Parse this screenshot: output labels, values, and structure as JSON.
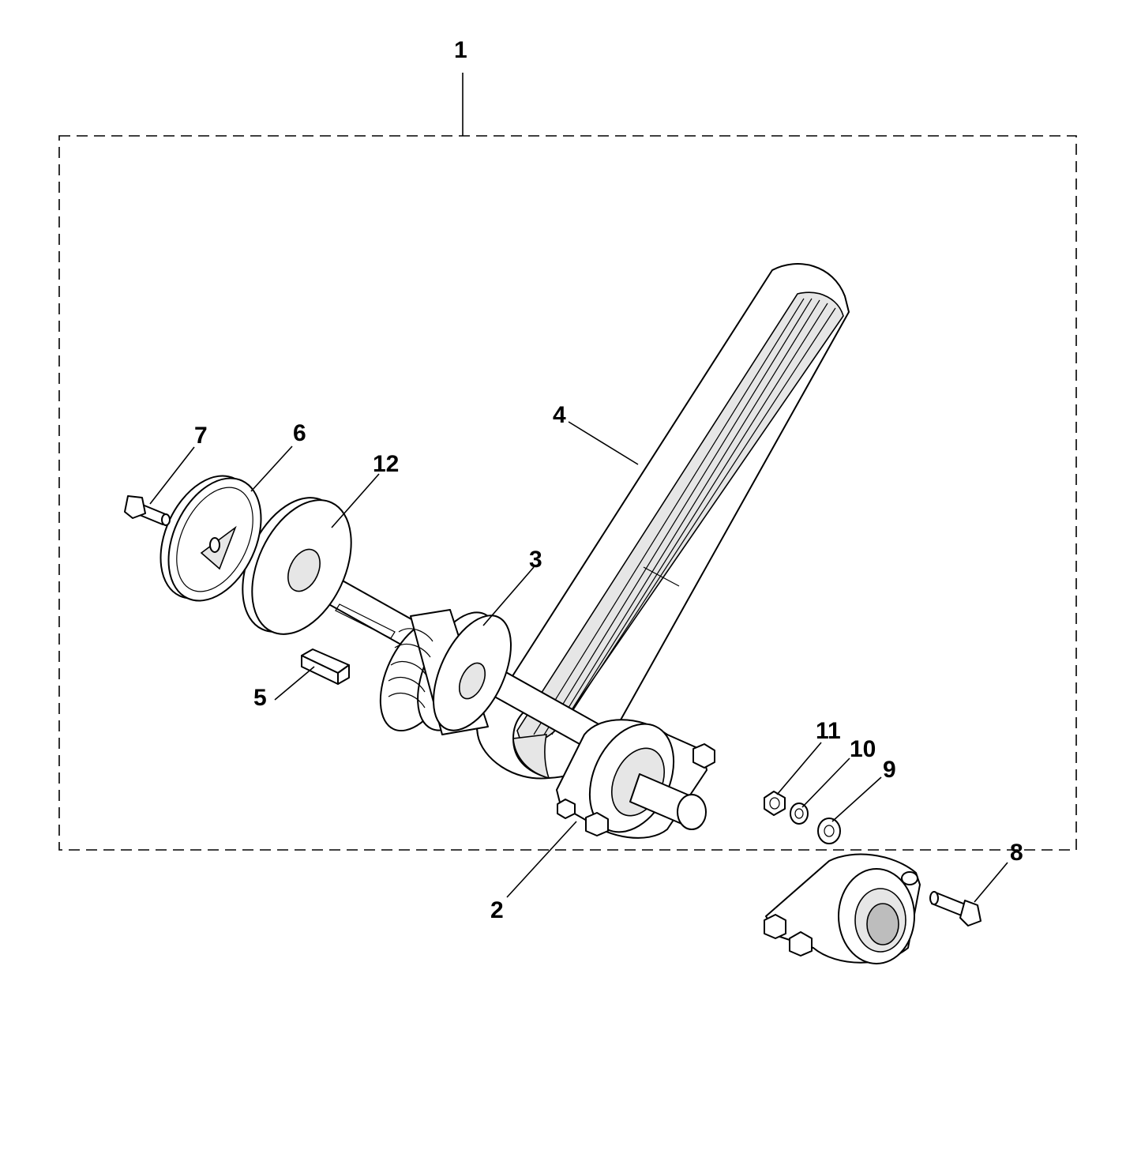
{
  "callouts": [
    {
      "id": "1",
      "label": "1"
    },
    {
      "id": "2",
      "label": "2"
    },
    {
      "id": "3",
      "label": "3"
    },
    {
      "id": "4",
      "label": "4"
    },
    {
      "id": "5",
      "label": "5"
    },
    {
      "id": "6",
      "label": "6"
    },
    {
      "id": "7",
      "label": "7"
    },
    {
      "id": "8",
      "label": "8"
    },
    {
      "id": "9",
      "label": "9"
    },
    {
      "id": "10",
      "label": "10"
    },
    {
      "id": "11",
      "label": "11"
    },
    {
      "id": "12",
      "label": "12"
    }
  ],
  "colors": {
    "ink": "#000000",
    "paper": "#ffffff",
    "shade": "#e6e6e6"
  }
}
